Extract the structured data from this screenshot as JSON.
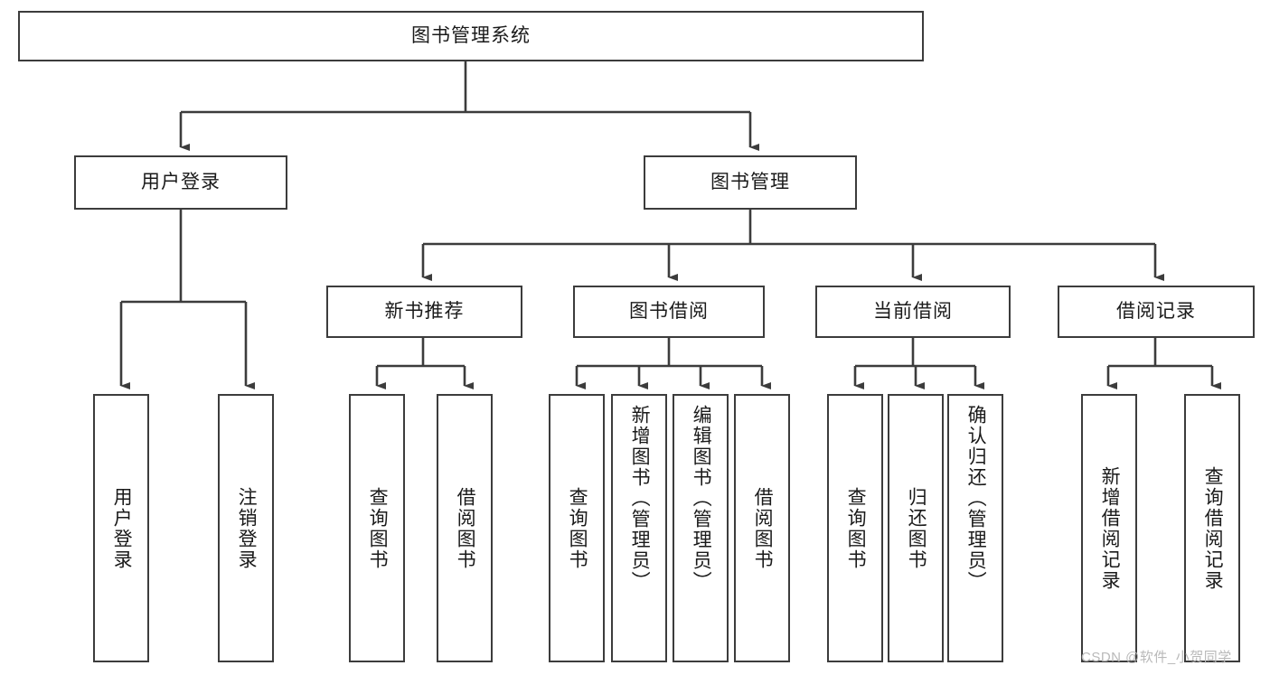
{
  "diagram": {
    "title": "图书管理系统",
    "type": "tree",
    "root": {
      "label": "图书管理系统"
    },
    "level2": [
      {
        "label": "用户登录"
      },
      {
        "label": "图书管理"
      }
    ],
    "level3": [
      {
        "label": "新书推荐"
      },
      {
        "label": "图书借阅"
      },
      {
        "label": "当前借阅"
      },
      {
        "label": "借阅记录"
      }
    ],
    "leaves_user_login": [
      {
        "label": "用户登录"
      },
      {
        "label": "注销登录"
      }
    ],
    "leaves_new_book": [
      {
        "label": "查询图书"
      },
      {
        "label": "借阅图书"
      }
    ],
    "leaves_borrow": [
      {
        "label": "查询图书"
      },
      {
        "label": "新增图书（管理员）"
      },
      {
        "label": "编辑图书（管理员）"
      },
      {
        "label": "借阅图书"
      }
    ],
    "leaves_current": [
      {
        "label": "查询图书"
      },
      {
        "label": "归还图书"
      },
      {
        "label": "确认归还（管理员）"
      }
    ],
    "leaves_record": [
      {
        "label": "新增借阅记录"
      },
      {
        "label": "查询借阅记录"
      }
    ]
  },
  "watermark": {
    "text": "CSDN @软件_小贺同学"
  },
  "colors": {
    "border": "#3c3c3c",
    "background": "#ffffff",
    "text": "#1a1a1a",
    "watermark": "#b9b9b9"
  }
}
